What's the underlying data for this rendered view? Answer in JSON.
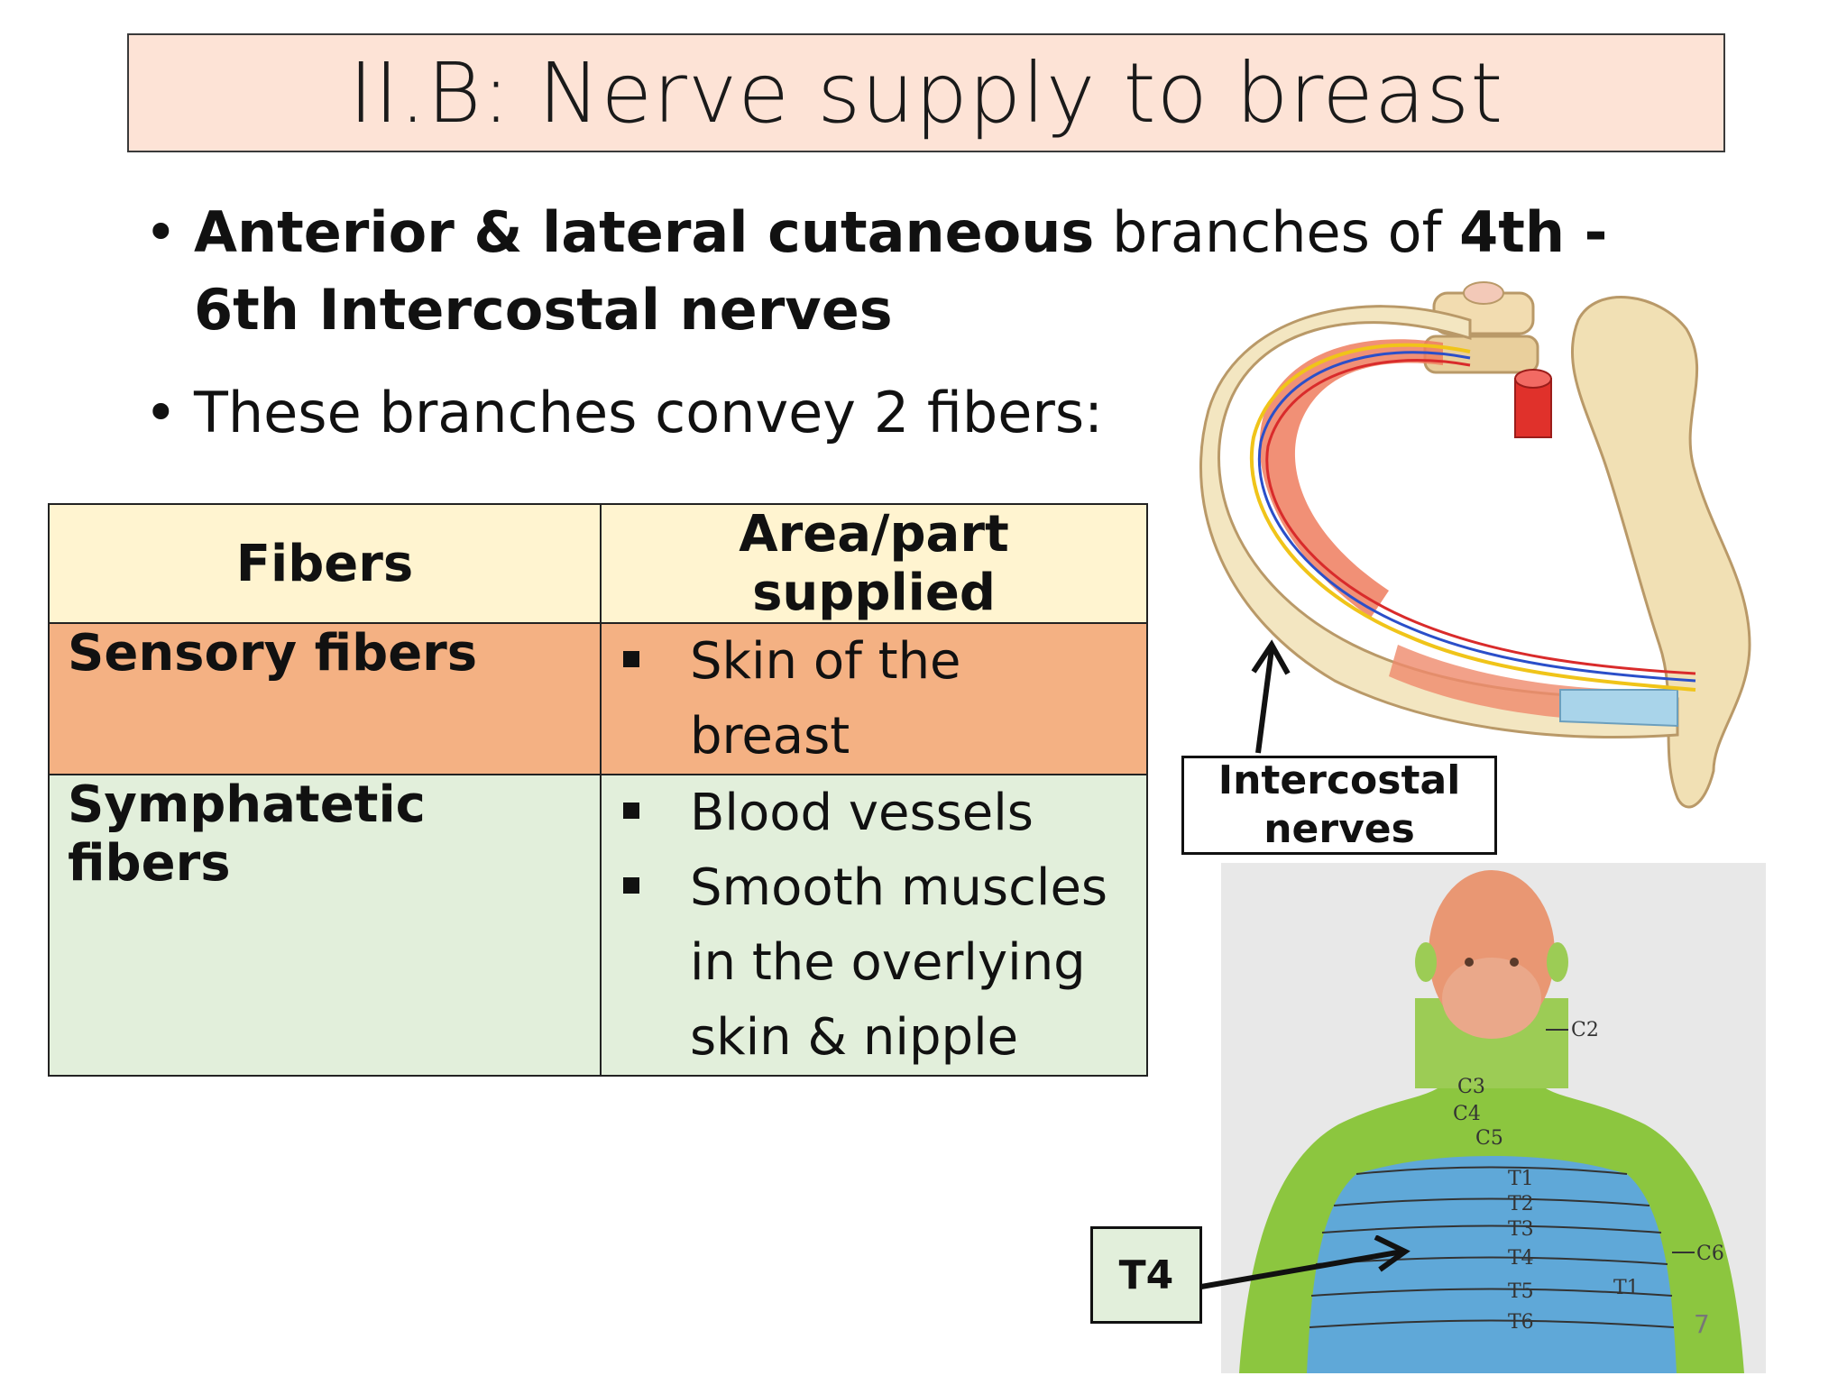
{
  "slide": {
    "title": "II.B: Nerve supply to breast",
    "page_number": "7"
  },
  "bullets": {
    "b1_bold_1": "Anterior & lateral cutaneous",
    "b1_normal": " branches of ",
    "b1_bold_2": "4th - 6th Intercostal nerves",
    "b2": "These branches convey 2 fibers:"
  },
  "table": {
    "headers": [
      "Fibers",
      "Area/part supplied"
    ],
    "rows": [
      {
        "fiber": "Sensory fibers",
        "items": [
          "Skin of the breast"
        ]
      },
      {
        "fiber": "Symphatetic fibers",
        "items": [
          "Blood vessels",
          "Smooth muscles in the overlying skin & nipple"
        ]
      }
    ]
  },
  "figures": {
    "rib_label": "Intercostal nerves",
    "t4_label": "T4",
    "dermatome_labels": [
      "C2",
      "C3",
      "C4",
      "C5",
      "T1",
      "T2",
      "T3",
      "T4",
      "T5",
      "T6",
      "C6",
      "T1"
    ]
  },
  "colors": {
    "title_bg": "#fde3d6",
    "header_bg": "#fff4d0",
    "sensory_bg": "#f4b183",
    "symp_bg": "#e2efdb"
  }
}
